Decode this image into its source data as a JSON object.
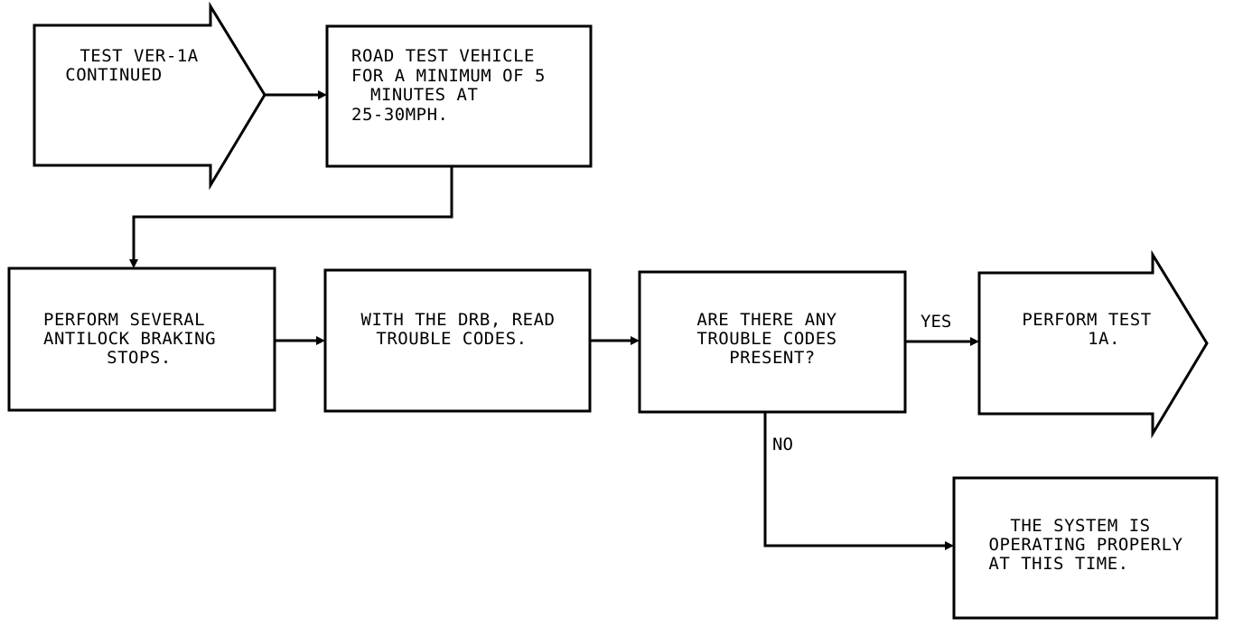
{
  "nodes": {
    "start": {
      "type": "offpage-arrow",
      "lines": [
        "TEST VER-1A",
        "CONTINUED"
      ]
    },
    "road": {
      "type": "process",
      "lines": [
        "ROAD TEST VEHICLE",
        "FOR A MINIMUM OF 5",
        "MINUTES AT",
        "25-30MPH."
      ]
    },
    "perform": {
      "type": "process",
      "lines": [
        "PERFORM SEVERAL",
        "ANTILOCK BRAKING",
        "STOPS."
      ]
    },
    "read": {
      "type": "process",
      "lines": [
        "WITH THE DRB, READ",
        "TROUBLE CODES."
      ]
    },
    "question": {
      "type": "decision",
      "lines": [
        "ARE THERE ANY",
        "TROUBLE CODES",
        "PRESENT?"
      ]
    },
    "test1a": {
      "type": "offpage-arrow",
      "lines": [
        "PERFORM TEST",
        "1A."
      ]
    },
    "ok": {
      "type": "process",
      "lines": [
        "THE SYSTEM IS",
        "OPERATING PROPERLY",
        "AT THIS TIME."
      ]
    }
  },
  "edges": {
    "yes_label": "YES",
    "no_label": "NO"
  }
}
